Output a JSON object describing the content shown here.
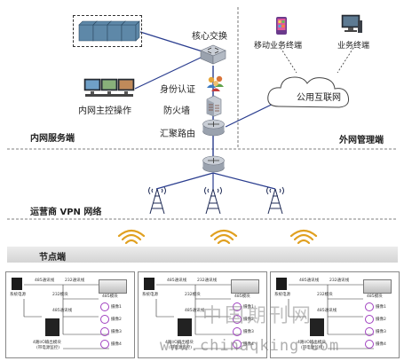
{
  "labels": {
    "core_switch": "核心交换",
    "mobile_terminal": "移动业务终端",
    "business_terminal": "业务终端",
    "public_internet": "公用互联网",
    "intranet_operator": "内网主控操作",
    "identity_auth": "身份认证",
    "firewall": "防火墙",
    "aggregation_router": "汇聚路由",
    "intranet_service": "内网服务端",
    "extranet_management": "外网管理端",
    "carrier_vpn": "运营商 VPN 网络",
    "node_end": "节点端"
  },
  "node_panels": [
    {
      "comm_485": "485通讯线",
      "comm_232": "232通讯线",
      "sys_power": "系统电源",
      "module_232": "232模块",
      "module_485": "485模块",
      "io_module_485": "485通讯线",
      "io_module": "4路I/O输出模块",
      "io_sub": "(带电源监控)",
      "dev": [
        "摄像1",
        "摄像2",
        "摄像3",
        "摄像4"
      ]
    },
    {
      "comm_485": "485通讯线",
      "comm_232": "232通讯线",
      "sys_power": "系统电源",
      "module_232": "232模块",
      "module_485": "485模块",
      "io_module_485": "485通讯线",
      "io_module": "4路I/O输出模块",
      "io_sub": "(带电源监控)",
      "dev": [
        "摄像1",
        "摄像2",
        "摄像3",
        "摄像4"
      ]
    },
    {
      "comm_485": "485通讯线",
      "comm_232": "232通讯线",
      "sys_power": "系统电源",
      "module_232": "232模块",
      "module_485": "485模块",
      "io_module_485": "485通讯线",
      "io_module": "4路I/O输出模块",
      "io_sub": "(带电源监控)",
      "dev": [
        "摄像1",
        "摄像2",
        "摄像3",
        "摄像4"
      ]
    }
  ],
  "watermark": {
    "cn": "中国期刊网",
    "url": "www.chinaqking.com"
  },
  "colors": {
    "link": "#2a3d8f",
    "dashed": "#555555",
    "server_blue": "#5e88a8",
    "band_gray": "#d9d9d9",
    "wifi_orange": "#e0a020"
  }
}
